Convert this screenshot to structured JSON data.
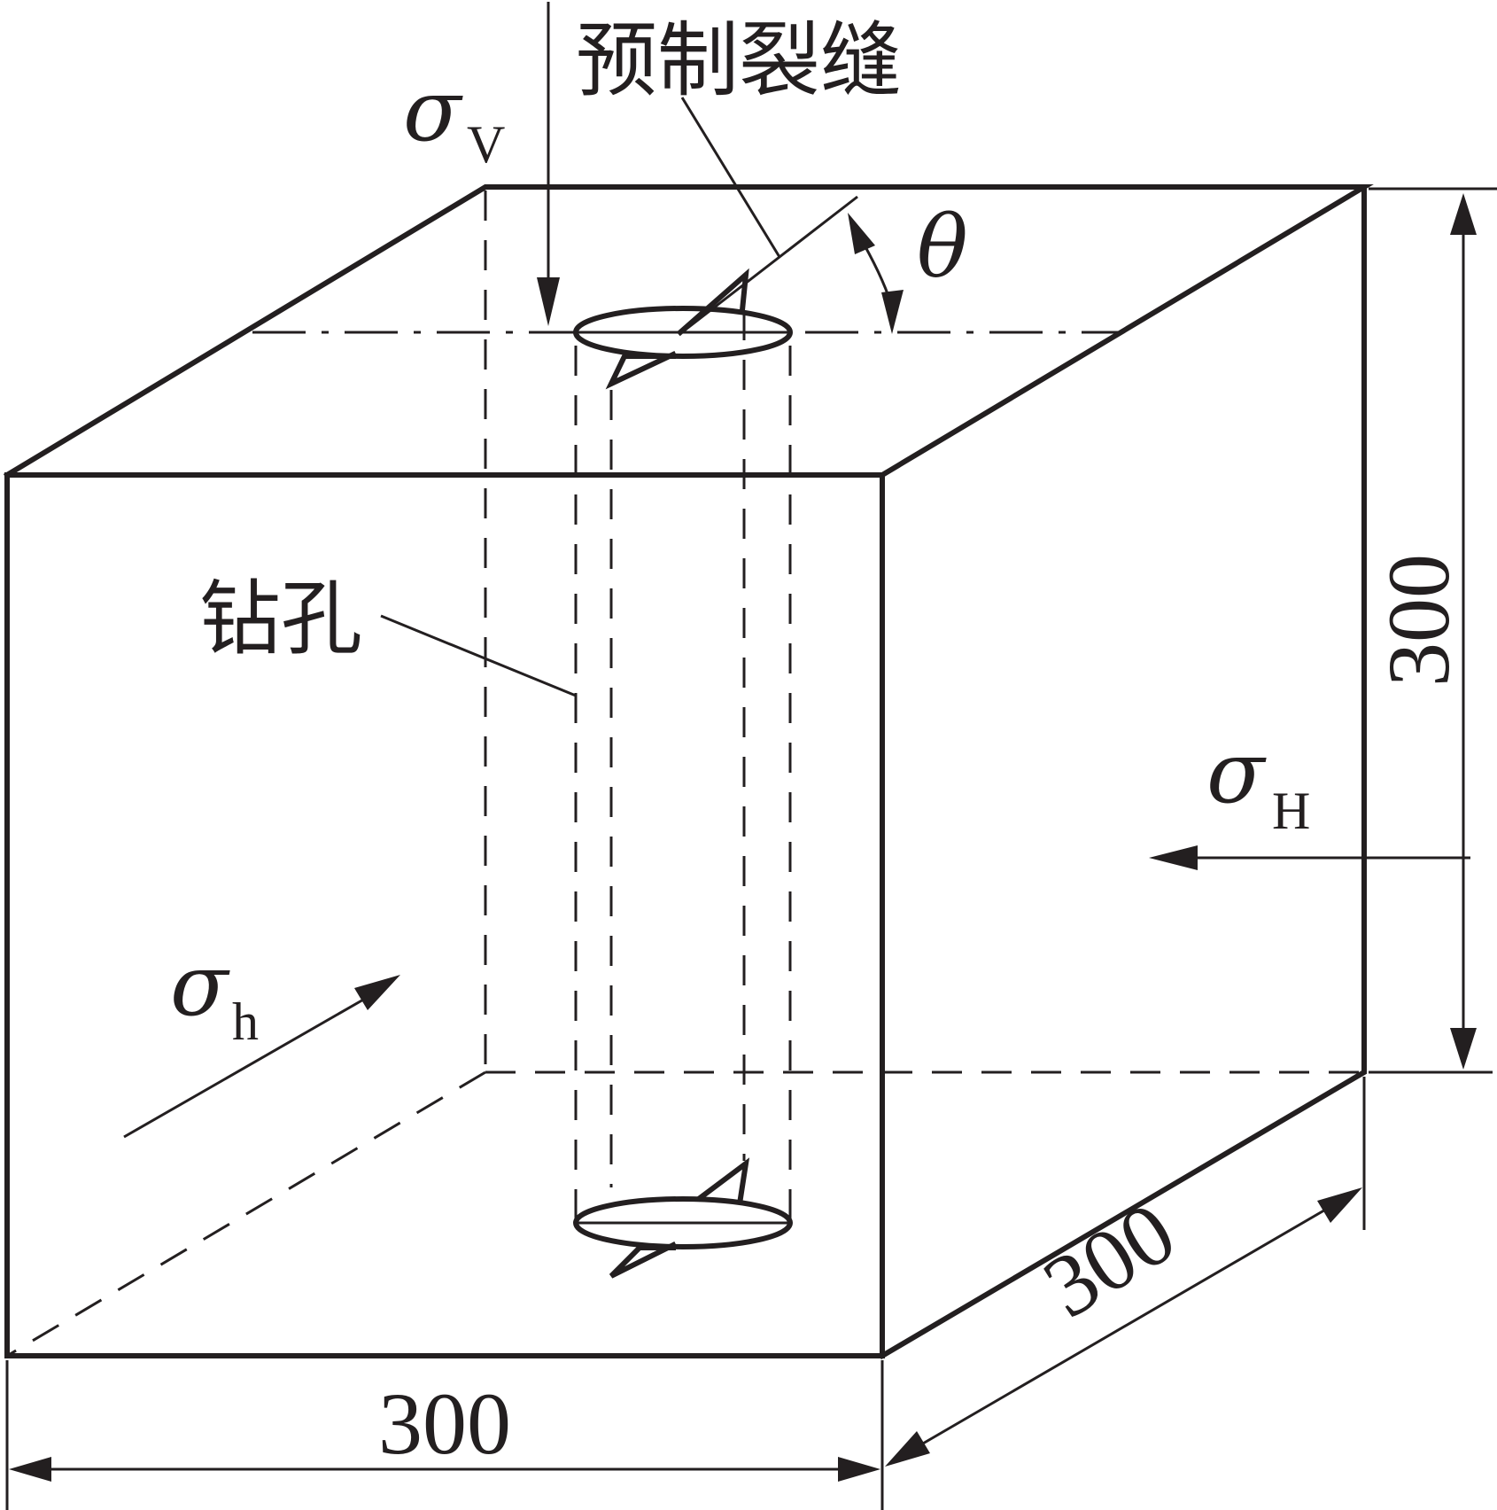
{
  "labels": {
    "precrack": "预制裂缝",
    "borehole": "钻孔",
    "angle": "θ"
  },
  "stresses": {
    "vertical": {
      "symbol": "σ",
      "subscript": "V"
    },
    "max_horizontal": {
      "symbol": "σ",
      "subscript": "H"
    },
    "min_horizontal": {
      "symbol": "σ",
      "subscript": "h"
    }
  },
  "dimensions": {
    "height": "300",
    "width": "300",
    "depth": "300"
  },
  "colors": {
    "ink": "#231f20",
    "background": "#ffffff"
  }
}
